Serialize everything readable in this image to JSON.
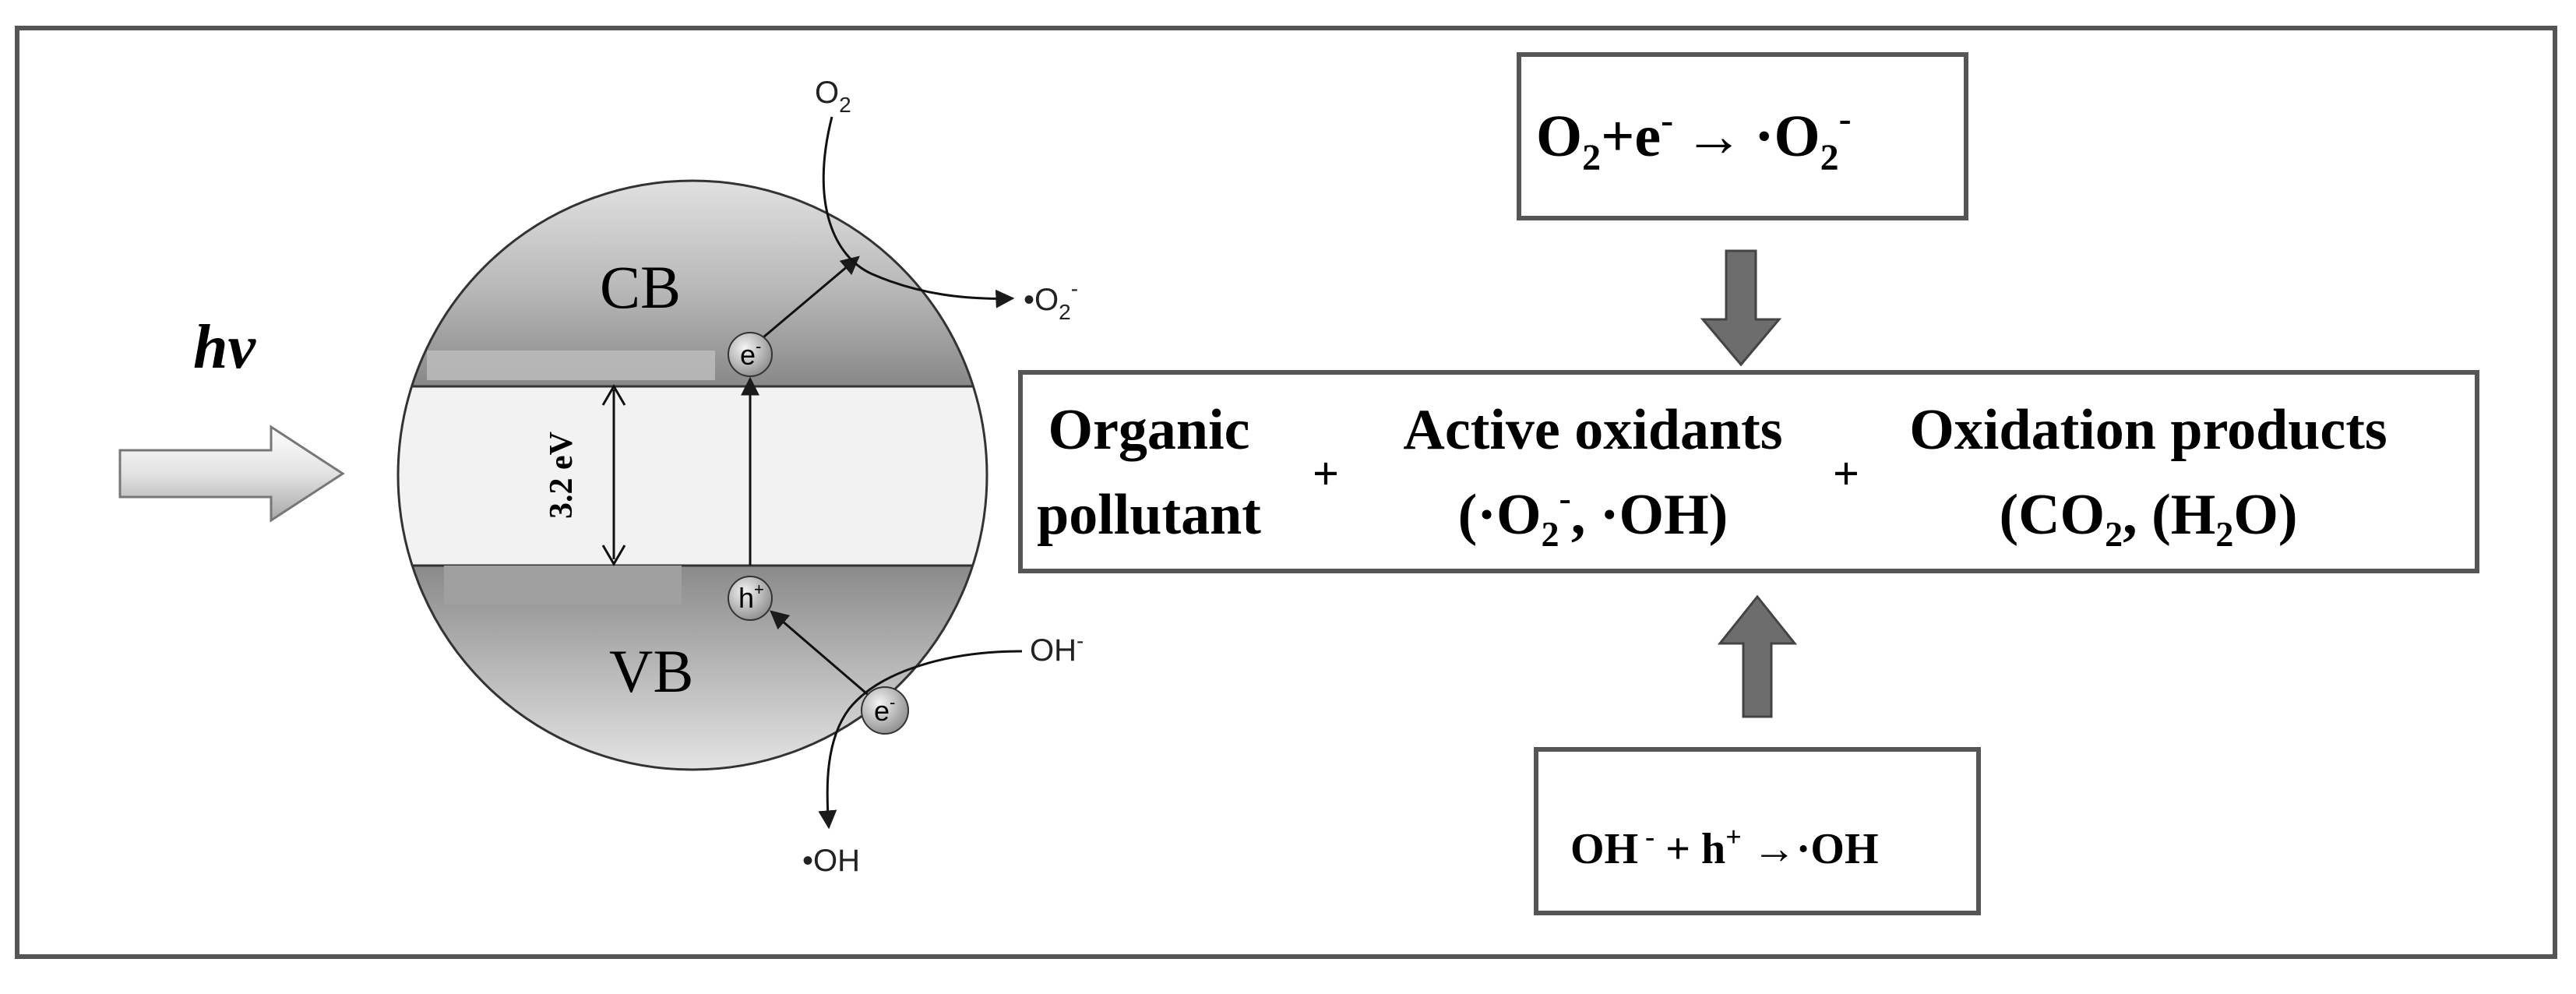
{
  "light": {
    "symbol": "hv"
  },
  "particle": {
    "cb": "CB",
    "vb": "VB",
    "bandgap": "3.2 eV",
    "electron": "e",
    "electron_sup": "-",
    "hole": "h",
    "hole_sup": "+",
    "o2": "O",
    "o2_sub": "2",
    "superoxide_dot": "•O",
    "superoxide_sub": "2",
    "superoxide_sup": "-",
    "hydroxide": "OH",
    "hydroxide_sup": "-",
    "hydroxyl_radical": "•OH"
  },
  "top_reaction": {
    "o": "O",
    "sub2": "2",
    "plus_e": "+e",
    "e_sup": "-",
    "arrow": "→",
    "dot_o": "·O",
    "sub2b": "2",
    "sup_minus": "-"
  },
  "main_equation": {
    "term1_line1": "Organic",
    "term1_line2": "pollutant",
    "plus1": "+",
    "term2_line1": "Active oxidants",
    "term2_line2a": "(·O",
    "term2_sub": "2",
    "term2_sup": "-",
    "term2_line2b": ", ·OH)",
    "plus2": "+",
    "term3_line1": "Oxidation products",
    "term3_line2a": "(CO",
    "term3_sub1": "2",
    "term3_line2b": ", (H",
    "term3_sub2": "2",
    "term3_line2c": "O)"
  },
  "bottom_reaction": {
    "oh": "OH",
    "sup_minus": " -",
    "plus_h": " + h",
    "sup_plus": "+",
    "arrow_product": " →·OH"
  },
  "colors": {
    "frame": "#555555",
    "band": "#8a8a8a",
    "gap": "#f2f2f2",
    "block_arrow": "#6d6d6d"
  }
}
